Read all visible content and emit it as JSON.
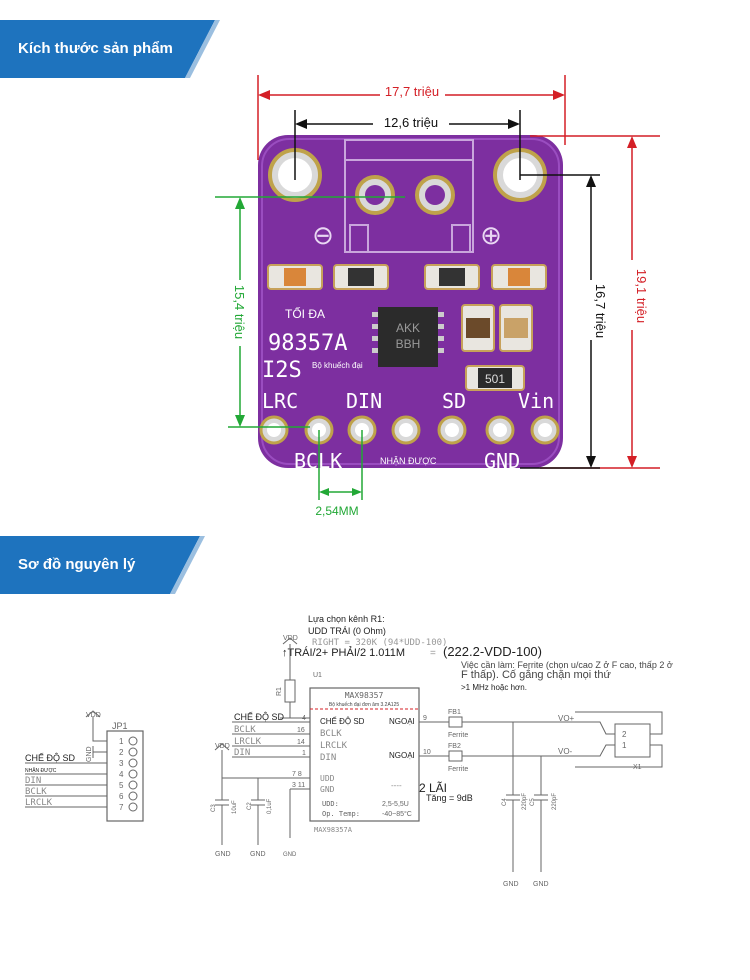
{
  "sections": {
    "size_title": "Kích thước sản phẩm",
    "schematic_title": "Sơ đồ nguyên lý"
  },
  "dimensions": {
    "overall_width": "17,7 triệu",
    "hole_spacing": "12,6 triệu",
    "overall_height": "19,1 triệu",
    "hole_to_bottom": "16,7 triệu",
    "hole_to_pins": "15,4 triệu",
    "pin_pitch": "2,54MM"
  },
  "board": {
    "max_label": "TỐI ĐA",
    "part_label": "98357A",
    "bus_label": "I2S",
    "amp_label": "Bộ khuếch đại",
    "chip_mark_1": "AKK",
    "chip_mark_2": "BBH",
    "inductor_mark": "501",
    "top_pins": [
      "LRC",
      "DIN",
      "SD",
      "Vin"
    ],
    "bottom_pins": [
      "BCLK",
      "NHẬN ĐƯỢC",
      "GND"
    ],
    "minus_sign": "⊖",
    "plus_sign": "⊕"
  },
  "schematic": {
    "r1_title": "Lựa chọn kênh R1:",
    "r1_udd": "UDD TRÁI (0 Ohm)",
    "r1_right": "RIGHT = 320K (94*UDD-100)",
    "r1_left": "↑TRÁI/2+ PHẢI/2 1.011M",
    "r1_eq": "=",
    "r1_formula": "(222.2-VDD-100)",
    "ferrite_note_1": "Việc cần làm: Ferrite (chọn u/cao Z ở F cao, thấp 2 ở",
    "ferrite_note_2": "F thấp). Cố gắng chặn mọi thứ",
    "ferrite_note_3": ">1 MHz hoặc hơn.",
    "vdd": "VDD",
    "gnd": "GND",
    "r1": "R1",
    "u1": "U1",
    "ic_name": "MAX98357",
    "ic_desc": "Bộ khuếch đại đơn âm 3.2A125",
    "ic_left_pins": [
      "CHẾ ĐỘ SD",
      "BCLK",
      "LRCLK",
      "DIN",
      "UDD",
      "GND"
    ],
    "ic_left_nums": [
      "4",
      "16",
      "14",
      "1",
      "7 8",
      "3 11"
    ],
    "ic_out1": "NGOẠI",
    "ic_out2": "NGOẠI",
    "ic_out_nums": [
      "9",
      "10"
    ],
    "ic_dashes": "----",
    "ic_udd": "UDD:",
    "ic_udd_range": "2,5-5,5U",
    "ic_temp": "Op. Temp:",
    "ic_temp_range": "-40~85°C",
    "ic_model": "MAX98357A",
    "two_core": "2 LÃI",
    "gain": "Tăng = 9dB",
    "fb1": "FB1",
    "fb2": "FB2",
    "ferrite": "Ferrite",
    "vo_plus": "VO+",
    "vo_minus": "VO-",
    "x1": "X1",
    "conn_pins": [
      "2",
      "1"
    ],
    "c3": "C3",
    "c2": "C2",
    "c4": "C4",
    "c5": "C5",
    "c3_val": "10uF",
    "c2_val": "0,1uF",
    "c4_val": "220pF",
    "c5_val": "220pF",
    "gnd_pad": "GND",
    "jp1": "JP1",
    "jp_labels": [
      "CHẾ ĐỘ SD",
      "NHẬN ĐƯỢC",
      "DIN",
      "BCLK",
      "LRCLK"
    ],
    "jp_nums": [
      "1",
      "2",
      "3",
      "4",
      "5",
      "6",
      "7"
    ],
    "sd_mode_net": "CHẾ ĐỘ SD",
    "bclk_net": "BCLK",
    "lrclk_net": "LRCLK",
    "din_net": "DIN"
  }
}
